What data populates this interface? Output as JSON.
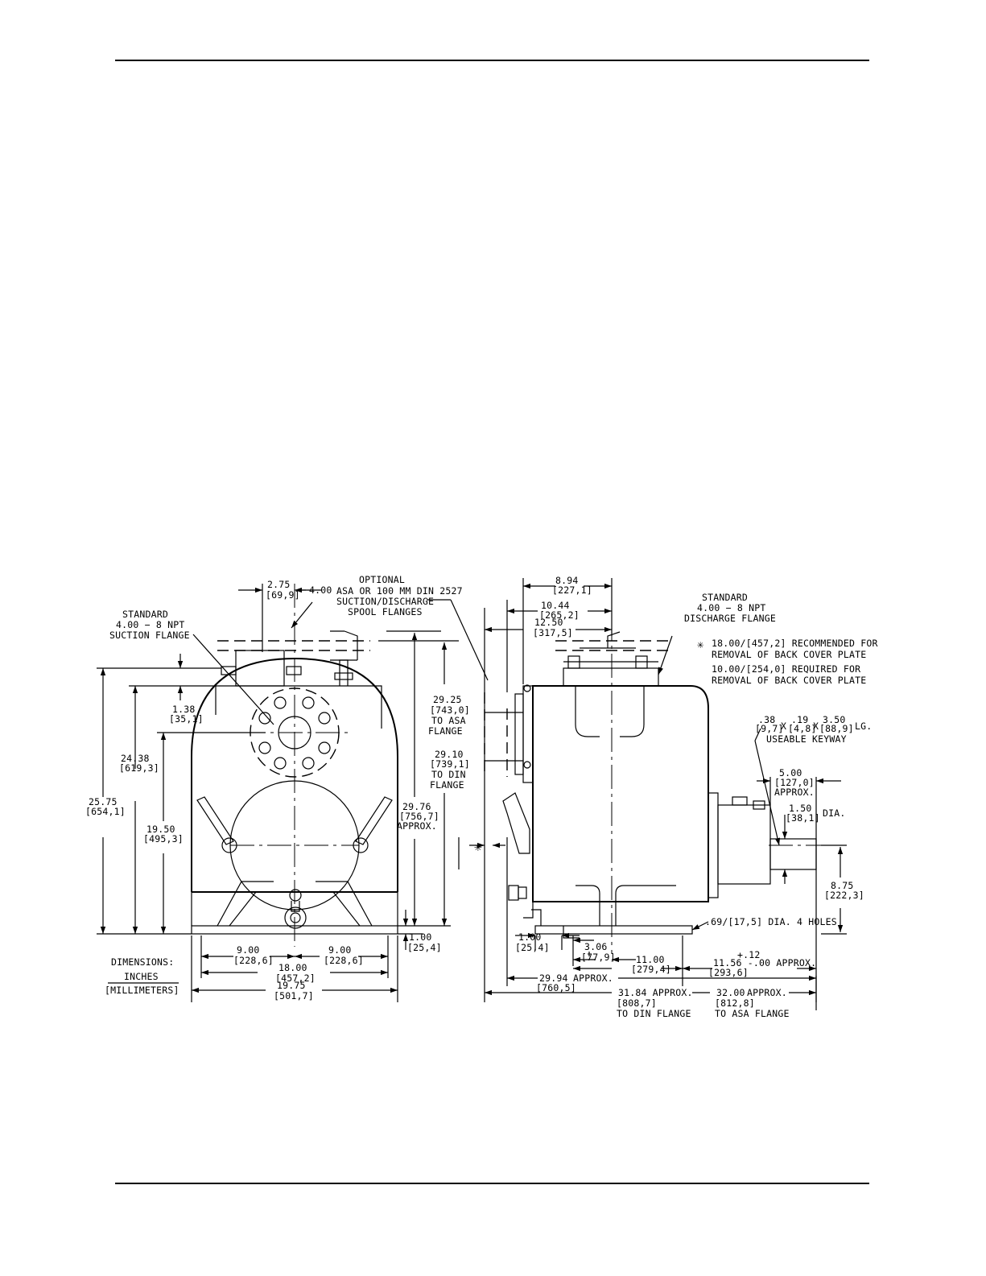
{
  "notes": {
    "optional": [
      "OPTIONAL",
      "ASA OR 100 MM DIN 2527",
      "SUCTION/DISCHARGE",
      "SPOOL FLANGES"
    ],
    "suction": [
      "STANDARD",
      "4.00 − 8 NPT",
      "SUCTION FLANGE"
    ],
    "discharge": [
      "STANDARD",
      "4.00 − 8 NPT",
      "DISCHARGE FLANGE"
    ],
    "recommended": [
      "18.00/[457,2] RECOMMENDED FOR",
      "REMOVAL OF BACK COVER PLATE"
    ],
    "required": [
      "10.00/[254,0] REQUIRED FOR",
      "REMOVAL OF BACK COVER PLATE"
    ],
    "keyway": [
      ".38",
      "[9,7]",
      "X",
      ".19",
      "[4,8]",
      "X",
      "3.50",
      "[88,9]",
      "LG.",
      "USEABLE KEYWAY"
    ],
    "holes": ".69/[17,5] DIA. 4 HOLES",
    "units": [
      "DIMENSIONS:",
      "INCHES",
      "[MILLIMETERS]"
    ],
    "asterisk": "✳"
  },
  "front_dims": {
    "d275": [
      "2.75",
      "[69,9]"
    ],
    "d400": "4.00",
    "d138": [
      "1.38",
      "[35,1]"
    ],
    "d2438": [
      "24.38",
      "[619,3]"
    ],
    "d2575": [
      "25.75",
      "[654,1]"
    ],
    "d1950": [
      "19.50",
      "[495,3]"
    ],
    "d2976": [
      "29.76",
      "[756,7]",
      "APPROX."
    ],
    "d2925": [
      "29.25",
      "[743,0]",
      "TO ASA",
      "FLANGE"
    ],
    "d2910": [
      "29.10",
      "[739,1]",
      "TO DIN",
      "FLANGE"
    ],
    "d900a": [
      "9.00",
      "[228,6]"
    ],
    "d900b": [
      "9.00",
      "[228,6]"
    ],
    "d1800": [
      "18.00",
      "[457,2]"
    ],
    "d1975": [
      "19.75",
      "[501,7]"
    ],
    "d100r": [
      "1.00",
      "[25,4]"
    ]
  },
  "side_dims": {
    "d894": [
      "8.94",
      "[227,1]"
    ],
    "d1044": [
      "10.44",
      "[265,2]"
    ],
    "d1250": [
      "12.50",
      "[317,5]"
    ],
    "d500": [
      "5.00",
      "[127,0]",
      "APPROX."
    ],
    "d150": [
      "1.50",
      "[38,1]",
      "DIA."
    ],
    "d875": [
      "8.75",
      "[222,3]"
    ],
    "d100": [
      "1.00",
      "[25,4]"
    ],
    "d306": [
      "3.06",
      "[77,9]"
    ],
    "d1100": [
      "11.00",
      "[279,4]"
    ],
    "d1156": [
      "+.12",
      "11.56 -.00 APPROX.",
      "[293,6]"
    ],
    "d2994": [
      "29.94",
      "APPROX.",
      "[760,5]"
    ],
    "d3184": [
      "31.84 APPROX.",
      "[808,7]",
      "TO DIN FLANGE"
    ],
    "d3200": [
      "32.00",
      "APPROX.",
      "[812,8]",
      "TO ASA FLANGE"
    ]
  }
}
